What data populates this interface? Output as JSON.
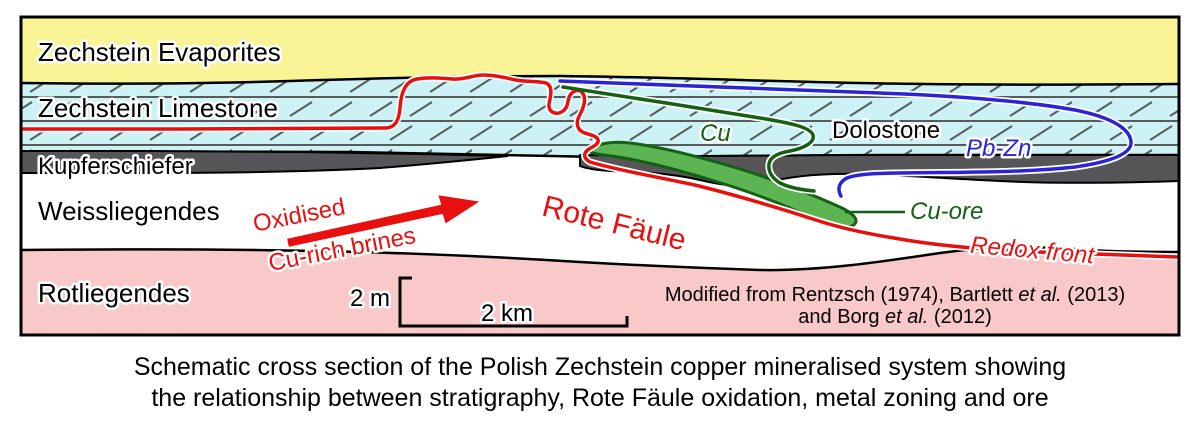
{
  "diagram": {
    "layers": [
      {
        "label": "Zechstein Evaporites",
        "color": "#f8f496"
      },
      {
        "label": "Zechstein Limestone",
        "color": "#cdf2f5"
      },
      {
        "label": "Kupferschiefer",
        "color": "#565659"
      },
      {
        "label": "Weissliegendes",
        "color": "#ffffff"
      },
      {
        "label": "Rotliegendes",
        "color": "#f9c8c8"
      }
    ],
    "annotations": {
      "dolostone": "Dolostone",
      "cu_zone": "Cu",
      "pb_zn_zone": "Pb-Zn",
      "cu_ore": "Cu-ore",
      "redox_front": "Redox front",
      "rote_faule": "Rote Fäule",
      "oxidised": "Oxidised",
      "cu_rich_brines": "Cu-rich brines"
    },
    "colors": {
      "redox_line": "#e8100e",
      "pbzn_line": "#2b23d8",
      "cu_line": "#146114",
      "ore_fill": "#5cb453",
      "hatch": "#5a5a5a",
      "boundary": "#000000"
    },
    "scale_bar": {
      "vertical": "2 m",
      "horizontal": "2 km"
    },
    "attribution": {
      "line1_pre": "Modified from Rentzsch (1974), Bartlett ",
      "line1_etal": "et al.",
      "line1_post": " (2013)",
      "line2_pre": "and Borg ",
      "line2_etal": "et al.",
      "line2_post": " (2012)"
    }
  },
  "caption": {
    "line1": "Schematic cross section of the Polish Zechstein copper mineralised system showing",
    "line2": "the relationship between stratigraphy, Rote Fäule oxidation, metal zoning and ore"
  }
}
